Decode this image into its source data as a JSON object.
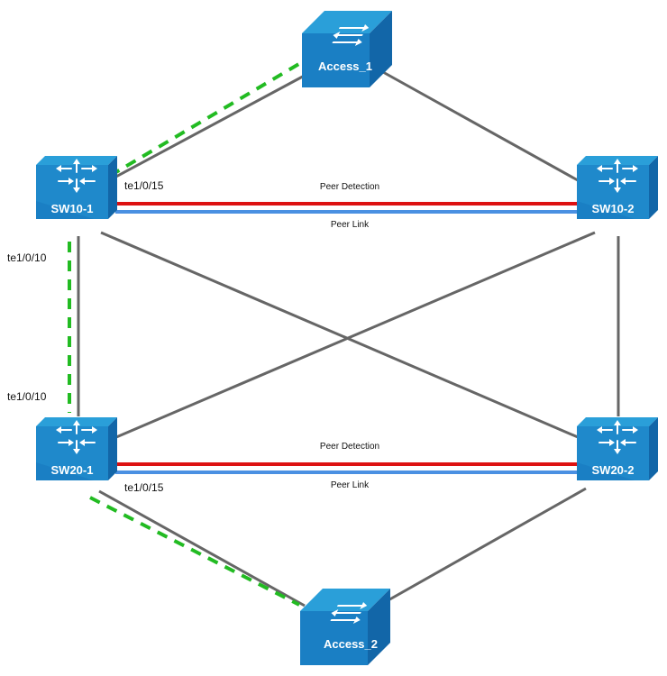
{
  "colors": {
    "link": "#666666",
    "peer_detection": "#dd1111",
    "peer_link": "#4a90e2",
    "irf_dashed": "#22bb22",
    "device_top": "#2a9fd9",
    "device_side": "#1266a8",
    "device_front": "#1a7fc4"
  },
  "nodes": {
    "access1": {
      "label": "Access_1",
      "kind": "access"
    },
    "sw10_1": {
      "label": "SW10-1",
      "kind": "core"
    },
    "sw10_2": {
      "label": "SW10-2",
      "kind": "core"
    },
    "sw20_1": {
      "label": "SW20-1",
      "kind": "core"
    },
    "sw20_2": {
      "label": "SW20-2",
      "kind": "core"
    },
    "access2": {
      "label": "Access_2",
      "kind": "access"
    }
  },
  "labels": {
    "port_top_1015": "te1/0/15",
    "port_left_top_1010": "te1/0/10",
    "port_left_bottom_1010": "te1/0/10",
    "port_bottom_1015": "te1/0/15",
    "peer_detection_top": "Peer Detection",
    "peer_link_top": "Peer Link",
    "peer_detection_bottom": "Peer Detection",
    "peer_link_bottom": "Peer Link"
  }
}
